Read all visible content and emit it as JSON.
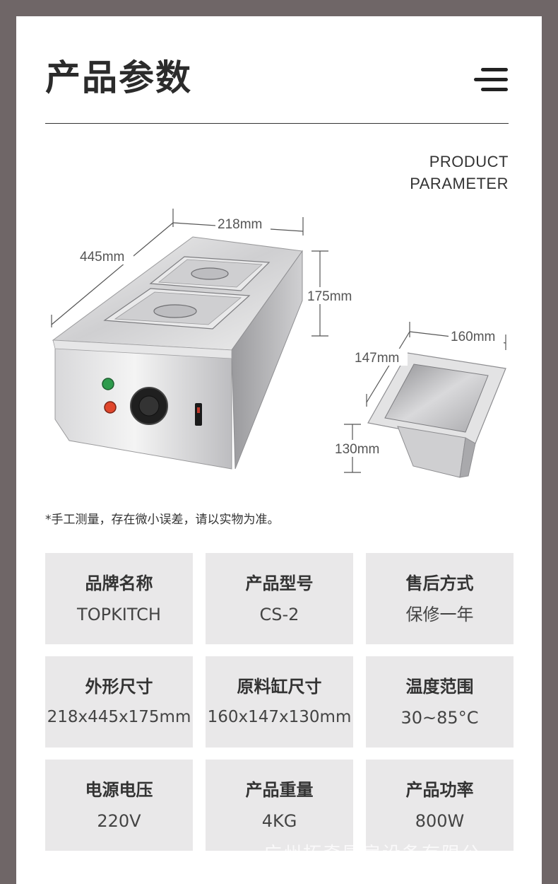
{
  "header": {
    "title": "产品参数",
    "subtitle_line1": "PRODUCT",
    "subtitle_line2": "PARAMETER"
  },
  "diagram": {
    "machine_width": "218mm",
    "machine_depth": "445mm",
    "machine_height": "175mm",
    "pan_width": "160mm",
    "pan_depth": "147mm",
    "pan_height": "130mm"
  },
  "note": "*手工测量，存在微小误差，请以实物为准。",
  "specs": [
    {
      "label": "品牌名称",
      "value": "TOPKITCH"
    },
    {
      "label": "产品型号",
      "value": "CS-2"
    },
    {
      "label": "售后方式",
      "value": "保修一年"
    },
    {
      "label": "外形尺寸",
      "value": "218x445x175mm"
    },
    {
      "label": "原料缸尺寸",
      "value": "160x147x130mm"
    },
    {
      "label": "温度范围",
      "value": "30~85°C"
    },
    {
      "label": "电源电压",
      "value": "220V"
    },
    {
      "label": "产品重量",
      "value": "4KG"
    },
    {
      "label": "产品功率",
      "value": "800W"
    }
  ],
  "watermark": "广州拓奇厨房设备有限公"
}
